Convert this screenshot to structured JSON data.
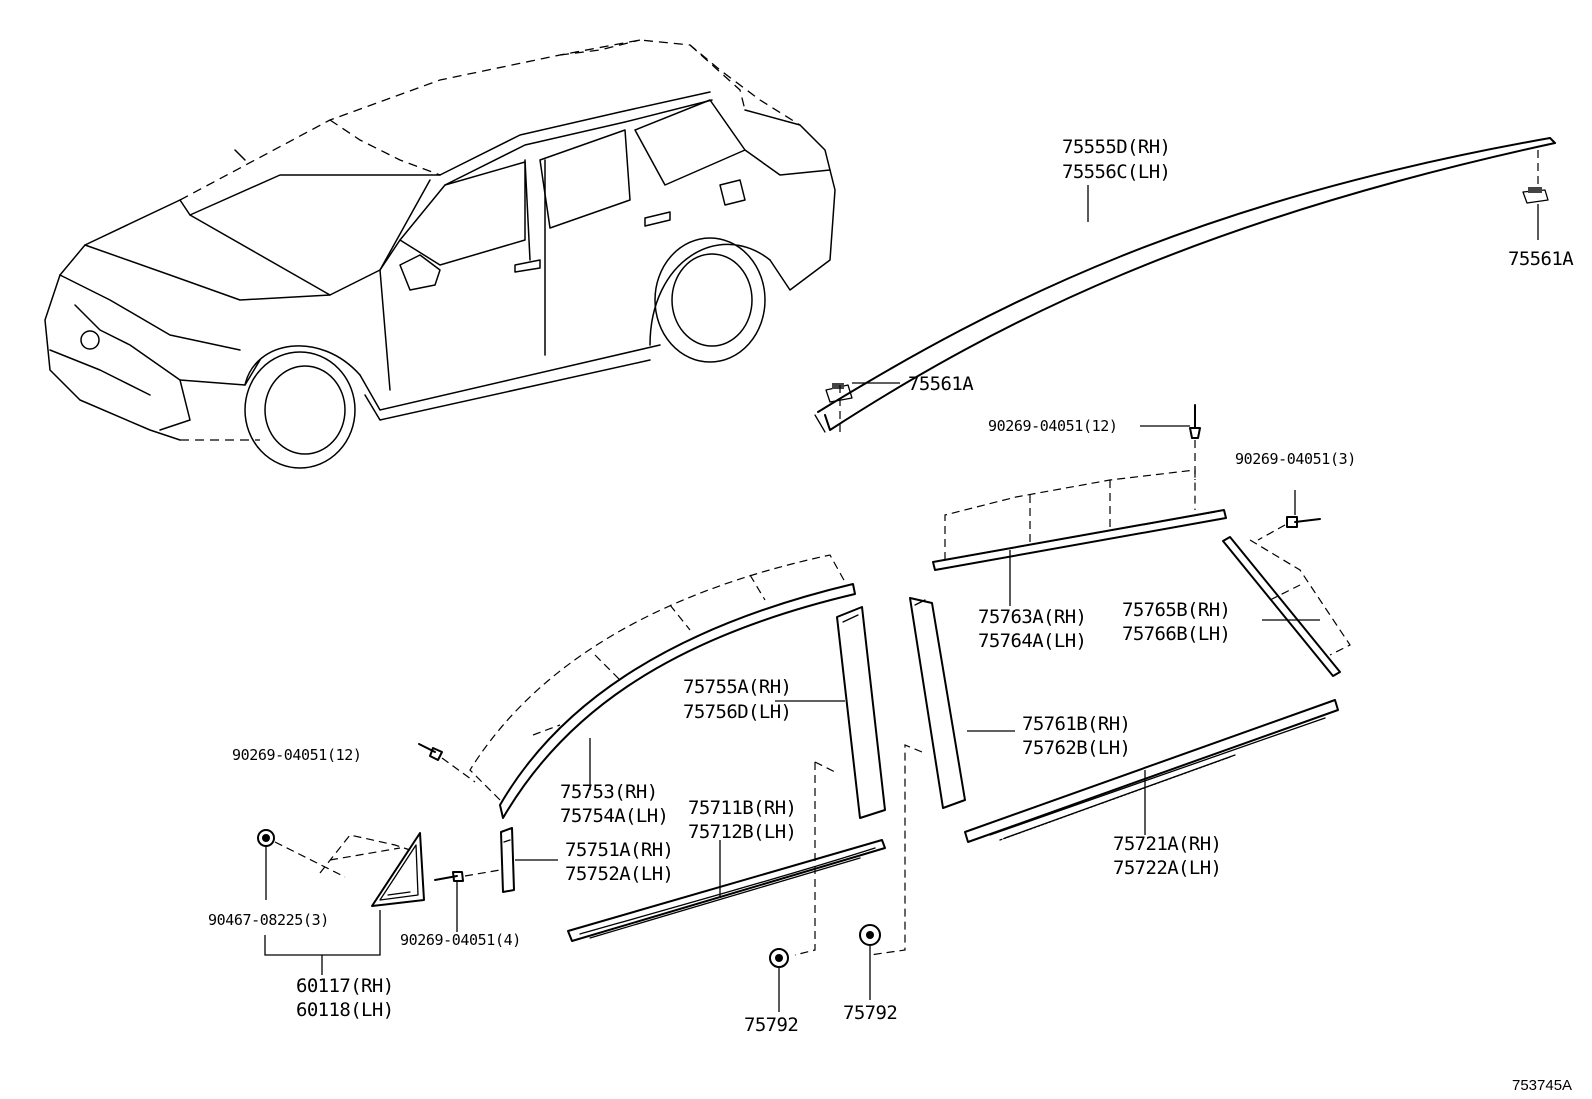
{
  "diagram": {
    "reference_code": "753745A",
    "labels": {
      "roof_molding_rh": "75555D(RH)",
      "roof_molding_lh": "75556C(LH)",
      "roof_clip_rear": "75561A",
      "roof_clip_front": "75561A",
      "clip_upper_qty": "90269-04051(12)",
      "clip_rear_qty": "90269-04051(3)",
      "rear_upper_rh": "75763A(RH)",
      "rear_upper_lh": "75764A(LH)",
      "rear_frame_rh": "75765B(RH)",
      "rear_frame_lh": "75766B(LH)",
      "front_pillar_rh": "75755A(RH)",
      "front_pillar_lh": "75756D(LH)",
      "rear_pillar_rh": "75761B(RH)",
      "rear_pillar_lh": "75762B(LH)",
      "clip_front_qty": "90269-04051(12)",
      "front_upper_rh": "75753(RH)",
      "front_upper_lh": "75754A(LH)",
      "front_belt_rh": "75711B(RH)",
      "front_belt_lh": "75712B(LH)",
      "rear_belt_rh": "75721A(RH)",
      "rear_belt_lh": "75722A(LH)",
      "corner_piece_rh": "75751A(RH)",
      "corner_piece_lh": "75752A(LH)",
      "nut_qty": "90467-08225(3)",
      "clip_corner_qty": "90269-04051(4)",
      "mirror_cover_rh": "60117(RH)",
      "mirror_cover_lh": "60118(LH)",
      "clip_left": "75792",
      "clip_right": "75792"
    }
  }
}
